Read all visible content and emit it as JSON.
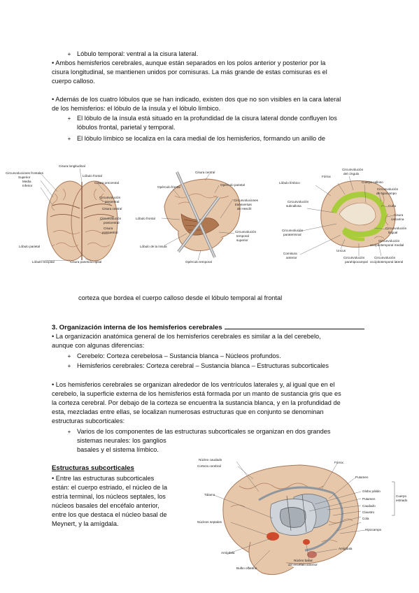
{
  "text": {
    "b_temporal": "Lóbulo temporal: ventral a la cisura lateral.",
    "p1_l1": "• Ambos hemisferios cerebrales, aunque están separados en los polos anterior y posterior por la",
    "p1_l2": "cisura longitudinal, se mantienen unidos por comisuras. La más grande de estas comisuras es el",
    "p1_l3": "cuerpo calloso.",
    "p2_l1": "• Además de los cuatro lóbulos que se han indicado, existen dos que no son visibles en la cara lateral",
    "p2_l2": "de los hemisferios: el lóbulo de la ínsula y el lóbulo límbico.",
    "b_insula_l1": "El lóbulo de la ínsula está situado en la profundidad de la cisura lateral donde confluyen los",
    "b_insula_l2": "lóbulos frontal, parietal y temporal.",
    "b_limbico": "El lóbulo límbico se localiza en la cara medial de los hemisferios, formando un anillo de",
    "caption1": "corteza que bordea el cuerpo calloso desde el lóbulo temporal al frontal",
    "section3": "3. Organización interna de los hemisferios cerebrales",
    "p3_l1": "• La organización anatómica general de los hemisferios cerebrales es similar a la del cerebelo,",
    "p3_l2": "aunque con algunas diferencias:",
    "b_cerebelo": "Cerebelo: Corteza cerebelosa – Sustancia blanca – Núcleos profundos.",
    "b_hemisferios": "Hemisferios cerebrales: Corteza cerebral – Sustancia blanca – Estructuras subcorticales",
    "p4_l1": "• Los hemisferios cerebrales se organizan alrededor de los ventrículos laterales y, al igual que en el",
    "p4_l2": "cerebelo, la superficie externa de los hemisferios está formada por un manto de sustancia gris que es",
    "p4_l3": "la corteza cerebral. Por debajo de la corteza se encuentra la sustancia blanca, y en la profundidad de",
    "p4_l4": "esta, mezcladas entre ellas, se localizan numerosas estructuras que en conjunto se denominan",
    "p4_l5": "estructuras subcorticales:",
    "b_comp_l1": "Varios de los componentes de las estructuras subcorticales se organizan en dos grandes",
    "b_comp_l2": "sistemas neurales: los ganglios",
    "b_comp_l3": "basales y el sistema límbico.",
    "h_subcort": "Estructuras subcorticales",
    "p5_l1": "• Entre las estructuras subcorticales",
    "p5_l2": "están: el cuerpo estriado, el núcleo de la",
    "p5_l3": "estría terminal, los núcleos septales, los",
    "p5_l4": "núcleos basales del encéfalo anterior,",
    "p5_l5": "entre los que destaca el núcleo basal de",
    "p5_l6": "Meynert, y la amígdala."
  },
  "fig1": {
    "cisura_longitudinal": "Cisura longitudinal",
    "circ_frontales_l1": "Circunvoluciones frontales",
    "circ_frontales_l2": "Superior",
    "circ_frontales_l3": "Media",
    "circ_frontales_l4": "Inferior",
    "lobulo_frontal": "Lóbulo frontal",
    "cisura_precentral": "Cisura precentral",
    "circ_precentral_l1": "Circunvolución",
    "circ_precentral_l2": "precentral",
    "cisura_central": "Cisura central",
    "circ_postcentral_l1": "Circunvolución",
    "circ_postcentral_l2": "postcentral",
    "cisura_postcentral_l1": "Cisura",
    "cisura_postcentral_l2": "postcentral",
    "lobulo_parietal": "Lóbulo parietal",
    "lobulo_occipital": "Lóbulo occipital",
    "cisura_parietooccipital": "Cisura parietooccipital"
  },
  "fig2": {
    "cisura_central": "Cisura central",
    "operculo_frontal": "Opérculo frontal",
    "operculo_parietal": "Opérculo parietal",
    "circ_transversas_l1": "Circunvoluciones",
    "circ_transversas_l2": "transversas",
    "circ_transversas_l3": "de Heschl",
    "lobulo_frontal": "Lóbulo frontal",
    "circ_temporal_l1": "Circunvolución",
    "circ_temporal_l2": "temporal",
    "circ_temporal_l3": "superior",
    "lobulo_insula": "Lóbulo de la ínsula",
    "operculo_temporal": "Opérculo temporal"
  },
  "fig3": {
    "lobulo_limbico": "Lóbulo límbico",
    "fornix": "Fórnix",
    "circ_cingulo_l1": "Circunvolución",
    "circ_cingulo_l2": "del cíngulo",
    "cuerpo_calloso": "Cuerpo calloso",
    "circ_subcallosa_l1": "Circunvolución",
    "circ_subcallosa_l2": "subcallosa",
    "circ_hipocampo_l1": "Circunvolución",
    "circ_hipocampo_l2": "de hipocampo",
    "cuna": "Cuña",
    "cisura_calcarina_l1": "Cisura",
    "cisura_calcarina_l2": "calcarina",
    "circ_paraterminal_l1": "Circunvolución",
    "circ_paraterminal_l2": "paraterminal",
    "circ_lingual_l1": "Circunvolución",
    "circ_lingual_l2": "lingual",
    "circ_occ_medial_l1": "Circunvolución",
    "circ_occ_medial_l2": "occipitotemporal medial",
    "comisura_anterior_l1": "Comisura",
    "comisura_anterior_l2": "anterior",
    "uncus": "Uncus",
    "circ_parahipocampal_l1": "Circunvolución",
    "circ_parahipocampal_l2": "parahipocampal",
    "circ_occ_lateral_l1": "Circunvolución",
    "circ_occ_lateral_l2": "occipitotemporal lateral"
  },
  "fig4": {
    "nucleo_caudado": "Núcleo caudado",
    "corteza_cerebral": "Corteza cerebral",
    "talamo": "Tálamo",
    "nucleos_septales": "Núcleos septales",
    "amigdala_left": "Amígdala",
    "bulbo_olfatorio": "Bulbo olfatorio",
    "fornix": "Fórnix",
    "putamen": "Putamen",
    "globo_palido": "Globo pálido",
    "caudado": "Caudado",
    "claustro": "Claustro",
    "putamen2": "Putamen",
    "cola": "Cola",
    "cuerpo_estriado_l1": "Cuerpo",
    "cuerpo_estriado_l2": "estriado",
    "hipocampo": "Hipocampo",
    "amigdala_right": "Amígdala",
    "nucleo_basal_l1": "Núcleo basal",
    "nucleo_basal_l2": "del encéfalo anterior"
  },
  "colors": {
    "brain_fill": "#e7c7aa",
    "brain_stroke": "#a8785a",
    "limbic": "#a9cc3a",
    "subcortical": "#b9c0c8"
  }
}
